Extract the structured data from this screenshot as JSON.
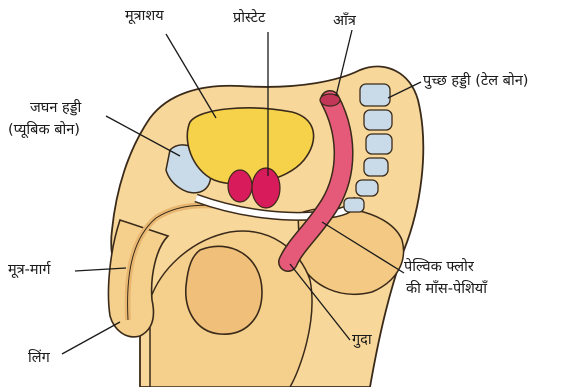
{
  "labels": {
    "bladder": "मूत्राशय",
    "prostate": "प्रोस्टेट",
    "intestine": "आँत्र",
    "coccyx": "पुच्छ हड्डी (टेल बोन)",
    "pubic_bone_line1": "जघन हड्डी",
    "pubic_bone_line2": "(प्यूबिक बोन)",
    "urethra": "मूत्र-मार्ग",
    "pelvic_floor_line1": "पेल्विक फ्लोर",
    "pelvic_floor_line2": "की माँस-पेशियाँ",
    "anus": "गुदा",
    "penis": "लिंग"
  },
  "colors": {
    "skin": "#f7d79a",
    "skin_dark": "#e8b872",
    "outline": "#3a2a1a",
    "bladder": "#f6d24a",
    "prostate": "#d81b5a",
    "bone": "#c9dbe8",
    "intestine": "#e45a78",
    "muscle": "#ffffff"
  }
}
